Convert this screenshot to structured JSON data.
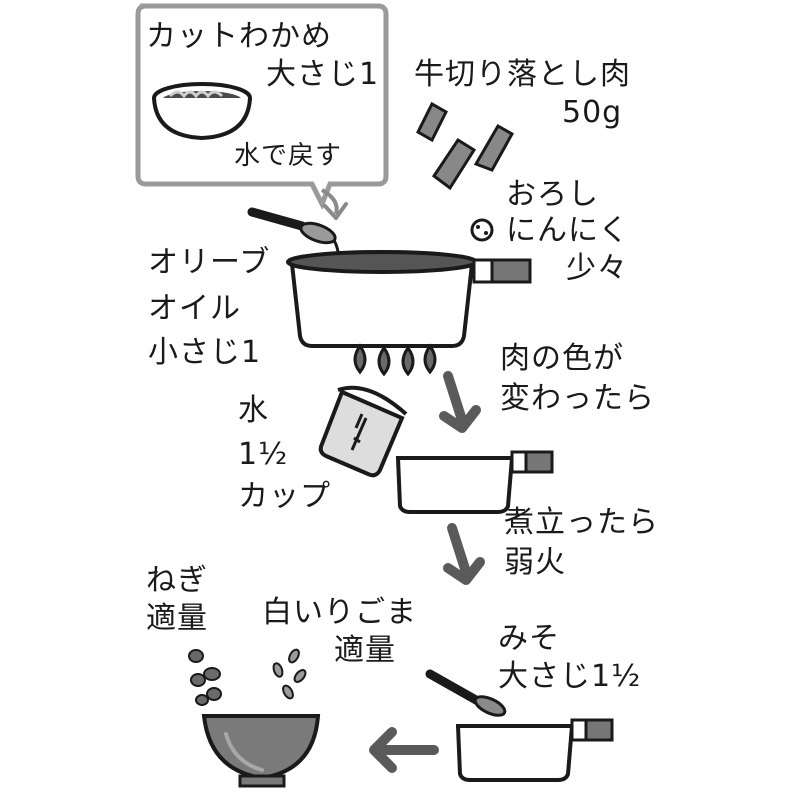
{
  "wakame": {
    "name": "カットわかめ",
    "amount": "大さじ1",
    "note": "水で戻す"
  },
  "beef": {
    "name": "牛切り落とし肉",
    "amount": "50g"
  },
  "garlic": {
    "name_line1": "おろし",
    "name_line2": "にんにく",
    "amount": "少々"
  },
  "olive_oil": {
    "line1": "オリーブ",
    "line2": "オイル",
    "amount": "小さじ1"
  },
  "step_meat": {
    "line1": "肉の色が",
    "line2": "変わったら"
  },
  "water": {
    "name": "水",
    "amount_whole": "1",
    "amount_fraction": "½",
    "unit": "カップ"
  },
  "step_boil": {
    "line1": "煮立ったら",
    "line2": "弱火"
  },
  "miso": {
    "name": "みそ",
    "amount": "大さじ1½"
  },
  "negi": {
    "name": "ねぎ",
    "amount": "適量"
  },
  "sesame": {
    "name": "白いりごま",
    "amount": "適量"
  },
  "colors": {
    "ink": "#1a1a1a",
    "box_border": "#9a9a9a",
    "arrow": "#5a5a5a",
    "pot_inner": "#555555",
    "flame": "#6a6a6a",
    "bowl": "#7a7a7a",
    "meat": "#888888"
  }
}
